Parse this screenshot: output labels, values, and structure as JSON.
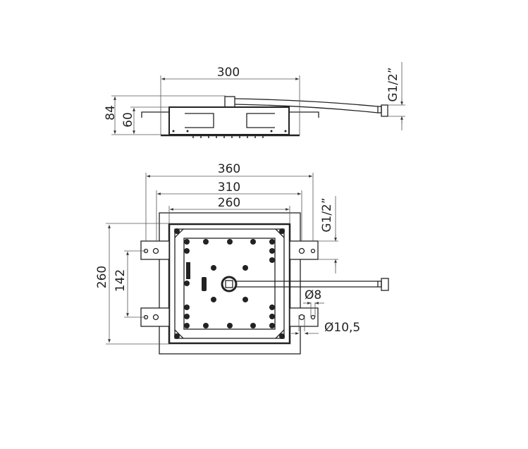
{
  "top_view": {
    "width_label": "300",
    "height_total_label": "84",
    "height_body_label": "60",
    "thread_label": "G1/2”"
  },
  "plan_view": {
    "outer_width_label": "360",
    "bracket_width_label": "310",
    "body_width_label": "260",
    "body_height_label": "260",
    "bracket_spacing_label": "142",
    "thread_label": "G1/2”",
    "small_hole_label": "Ø8",
    "large_hole_label": "Ø10,5"
  }
}
